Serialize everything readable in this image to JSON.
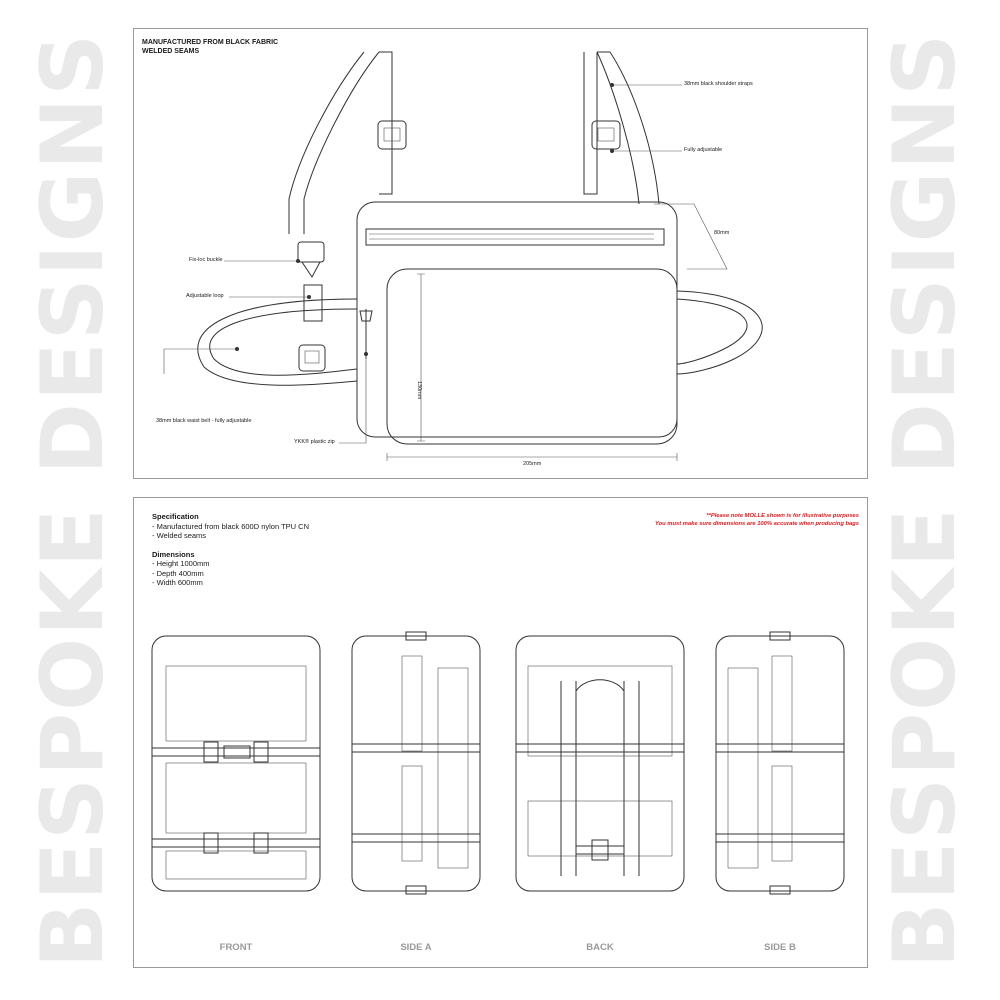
{
  "watermark": "BESPOKE DESIGNS",
  "top_panel": {
    "header": [
      "MANUFACTURED FROM BLACK FABRIC",
      "WELDED SEAMS"
    ],
    "callouts": {
      "shoulder_straps": "38mm black shoulder straps",
      "adjustable": "Fully adjustable",
      "depth": "80mm",
      "buckle": "Fix-loc buckle",
      "loop": "Adjustable loop",
      "waist_belt": "38mm black waist belt - fully adjustable",
      "zip": "YKK® plastic zip",
      "height": "130mm",
      "width": "205mm"
    }
  },
  "bottom_panel": {
    "spec_title": "Specification",
    "spec_items": [
      "- Manufactured from black 600D nylon TPU CN",
      "- Welded seams"
    ],
    "dim_title": "Dimensions",
    "dim_items": [
      "- Height 1000mm",
      "- Depth 400mm",
      "- Width 600mm"
    ],
    "note_lines": [
      "**Please note MOLLE shown is for illustrative purposes",
      "You must make sure dimensions are 100% accurate when producing bags"
    ],
    "views": [
      "FRONT",
      "SIDE A",
      "BACK",
      "SIDE B"
    ]
  },
  "colors": {
    "note": "#e0161b",
    "watermark": "#e9e9e9",
    "line": "#333333"
  }
}
